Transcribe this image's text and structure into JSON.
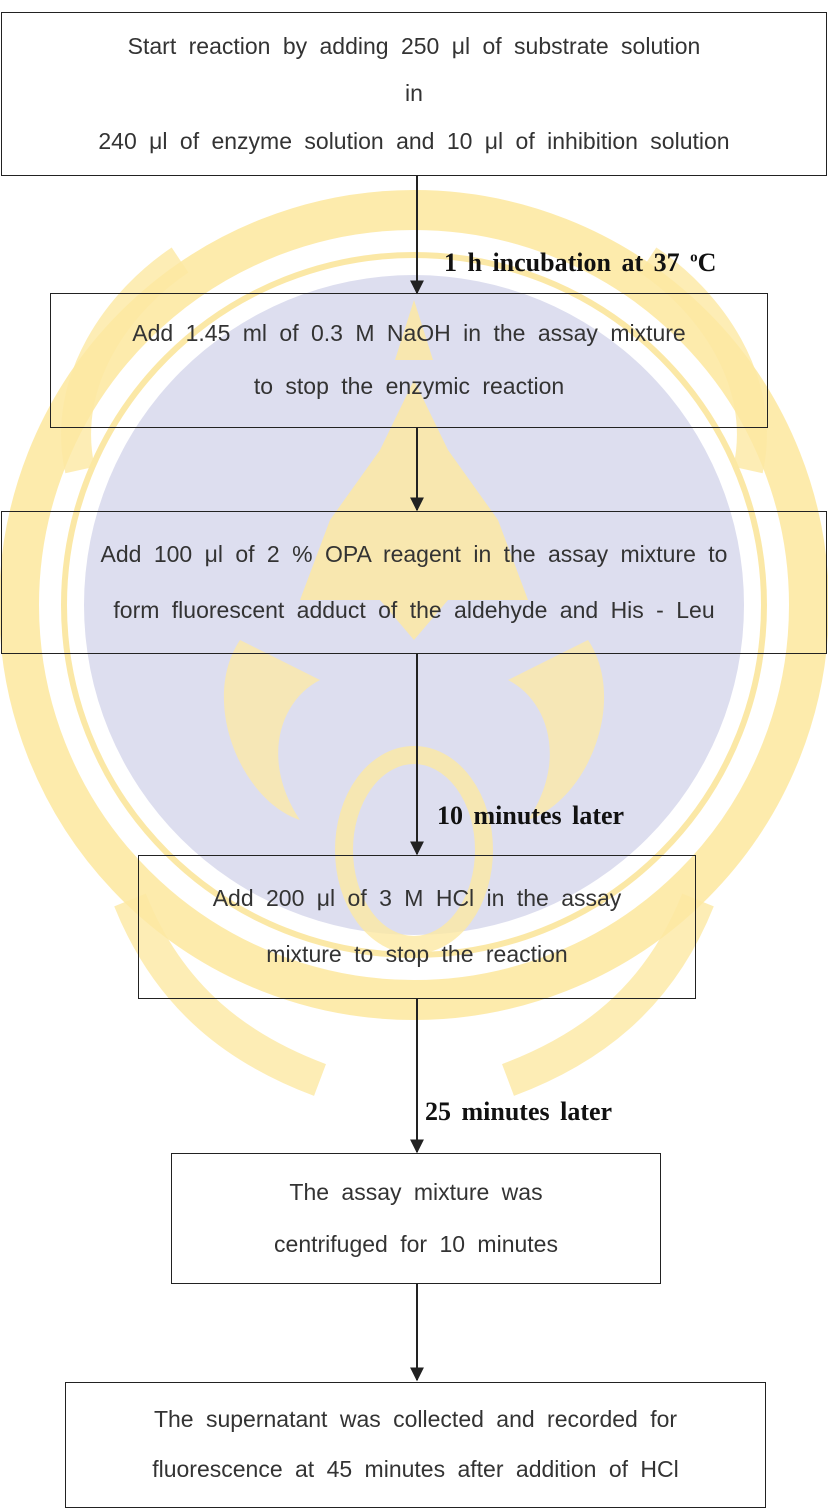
{
  "colors": {
    "watermark_outer": "#fde9a3",
    "watermark_ring": "#f8d86a",
    "watermark_center": "#d7d8ec",
    "line": "#222222",
    "text": "#333333"
  },
  "steps": [
    {
      "lines": [
        "Start reaction by adding 250 μl of substrate solution",
        "in",
        "240 μl of enzyme solution and 10 μl of inhibition solution"
      ]
    },
    {
      "lines": [
        "Add 1.45 ml of 0.3 M NaOH in the assay mixture",
        "to stop the enzymic reaction"
      ]
    },
    {
      "lines": [
        "Add 100 μl of 2 % OPA reagent in the assay mixture to",
        "form fluorescent adduct of the aldehyde and His - Leu"
      ]
    },
    {
      "lines": [
        "Add 200 μl of 3 M HCl in the assay",
        "mixture to stop the reaction"
      ]
    },
    {
      "lines": [
        "The assay mixture was",
        "centrifuged for 10 minutes"
      ]
    },
    {
      "lines": [
        "The supernatant was collected and recorded for",
        "fluorescence at 45 minutes after addition of HCl"
      ]
    }
  ],
  "arrow_labels": {
    "incubation": {
      "text": "1 h incubation at 37 ",
      "sup": "o",
      "unit": "C"
    },
    "ten_minutes": "10 minutes later",
    "twentyfive_minutes": "25 minutes later"
  }
}
